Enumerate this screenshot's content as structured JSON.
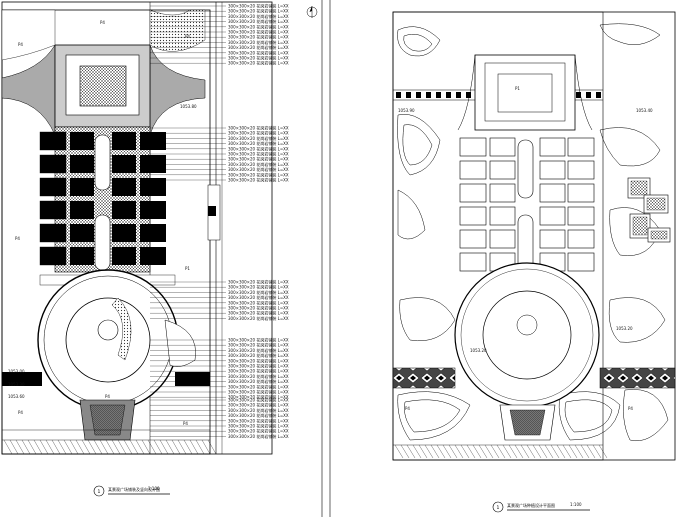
{
  "sheets": [
    {
      "id": "left",
      "caption": "某景观广场铺装及竖向设计图",
      "scale": "1:100",
      "callout_number": "1",
      "levels": [
        "1053.80",
        "1053.00",
        "1053.30",
        "1053.60"
      ],
      "zone_codes": [
        "P4",
        "P4",
        "P4",
        "P4",
        "P1",
        "P4",
        "P4",
        "P4"
      ]
    },
    {
      "id": "right",
      "caption": "某景观广场种植设计平面图",
      "scale": "1:100",
      "callout_number": "1",
      "levels": [
        "1053.90",
        "1053.40",
        "1053.20",
        "1053.20"
      ],
      "zone_codes": [
        "P1",
        "P4",
        "P4"
      ]
    }
  ],
  "legend_line_text": "300×300×20 花岗岩铺装 L=XX",
  "north_arrow_symbol": "N"
}
